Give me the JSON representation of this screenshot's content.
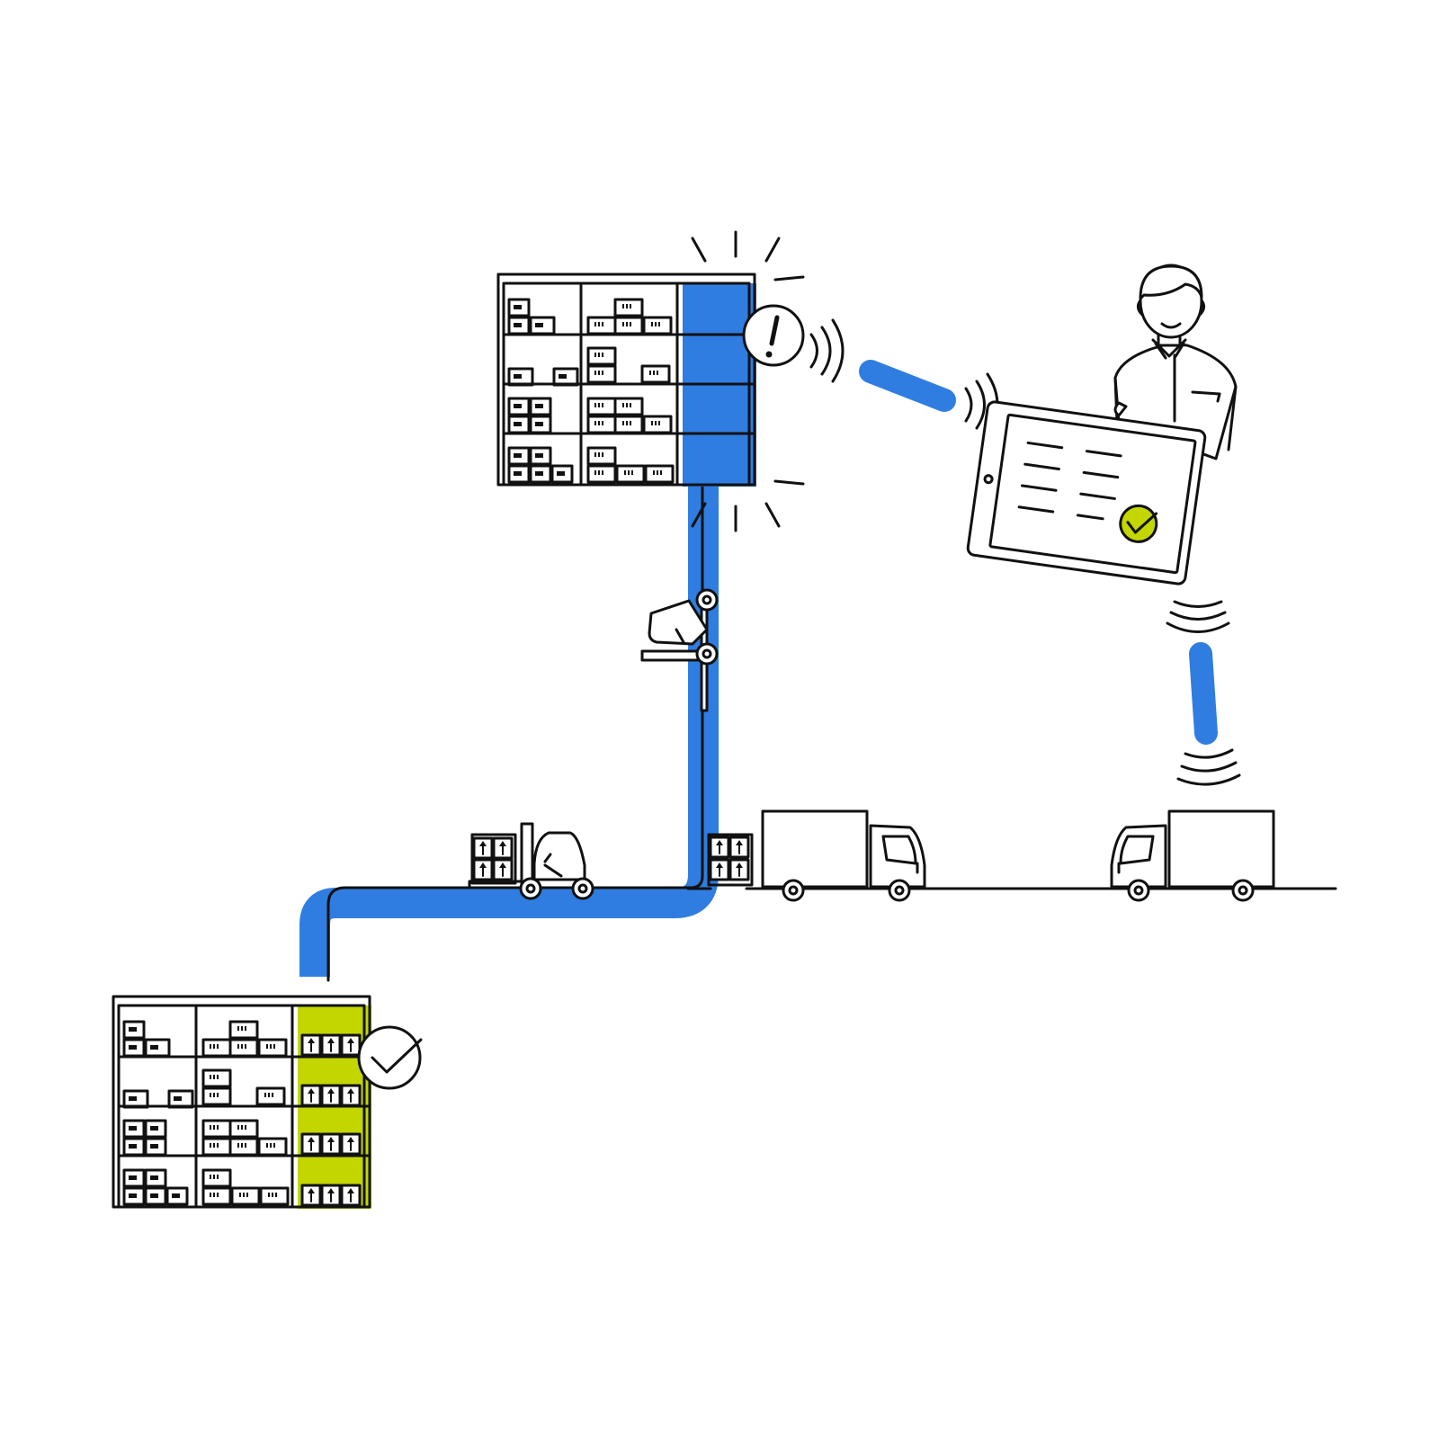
{
  "palette": {
    "flow_blue": "#2f7de1",
    "confirm_green": "#c3d600",
    "outline": "#111111",
    "background": "#ffffff"
  },
  "nodes": [
    {
      "id": "destination-shelf",
      "icon": "warehouse-shelf-icon",
      "highlight": "confirm_green",
      "status": "check-icon"
    },
    {
      "id": "source-shelf",
      "icon": "warehouse-shelf-icon",
      "highlight": "flow_blue",
      "status": "alert-icon"
    },
    {
      "id": "operator",
      "icon": "person-icon"
    },
    {
      "id": "tablet",
      "icon": "tablet-icon",
      "status": "check-icon"
    },
    {
      "id": "pallet-forklift",
      "icon": "forklift-icon"
    },
    {
      "id": "vertical-forklift",
      "icon": "forklift-icon"
    },
    {
      "id": "truck-left",
      "icon": "truck-icon"
    },
    {
      "id": "truck-right",
      "icon": "truck-icon"
    }
  ],
  "links": [
    {
      "from": "destination-shelf",
      "to": "source-shelf",
      "style": "flow_blue"
    },
    {
      "from": "source-shelf",
      "to": "tablet",
      "style": "wireless"
    },
    {
      "from": "tablet",
      "to": "truck-right",
      "style": "wireless"
    }
  ]
}
